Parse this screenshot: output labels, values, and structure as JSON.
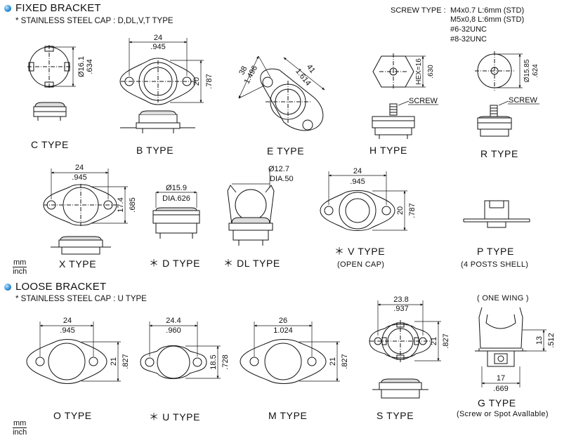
{
  "fixed": {
    "title": "FIXED BRACKET",
    "note": "* STAINLESS STEEL CAP : D,DL,V,T TYPE"
  },
  "screw_type": {
    "title": "SCREW TYPE :",
    "lines": [
      "M4x0.7  L:6mm (STD)",
      "M5x0,8  L:6mm (STD)",
      "#6-32UNC",
      "#8-32UNC"
    ]
  },
  "loose": {
    "title": "LOOSE BRACKET",
    "note": "* STAINLESS STEEL CAP : U TYPE"
  },
  "units": {
    "top": "mm",
    "bottom": "inch"
  },
  "types": {
    "c": "C  TYPE",
    "b": "B  TYPE",
    "e": "E  TYPE",
    "h": "H  TYPE",
    "r": "R  TYPE",
    "x": "X  TYPE",
    "d": "＊ D  TYPE",
    "dl": "＊ DL  TYPE",
    "v": "＊ V  TYPE",
    "v_sub": "(OPEN  CAP)",
    "p": "P  TYPE",
    "p_sub": "(4  POSTS  SHELL)",
    "o": "O  TYPE",
    "u": "＊ U  TYPE",
    "m": "M  TYPE",
    "s": "S  TYPE",
    "g": "G  TYPE",
    "g_sub": "(Screw or Spot Avallable)",
    "g_top": "( ONE WING )"
  },
  "dims": {
    "c_d1": "Ø16.1",
    "c_d2": ".634",
    "b_w1": "24",
    "b_w2": ".945",
    "b_h1": "20",
    "b_h2": ".787",
    "e_a1": "38",
    "e_a2": "1.496",
    "e_b1": "41",
    "e_b2": "1.614",
    "h_1": "HEX=16",
    "h_2": ".630",
    "screw": "SCREW",
    "r_1": "Ø15.85",
    "r_2": ".624",
    "x_w1": "24",
    "x_w2": ".945",
    "x_h1": "17.4",
    "x_h2": ".685",
    "d_1": "Ø15.9",
    "d_2": "DIA.626",
    "dl_1": "Ø12.7",
    "dl_2": "DIA.50",
    "v_w1": "24",
    "v_w2": ".945",
    "v_h1": "20",
    "v_h2": ".787",
    "o_w1": "24",
    "o_w2": ".945",
    "o_h1": "21",
    "o_h2": ".827",
    "u_w1": "24.4",
    "u_w2": ".960",
    "u_h1": "18.5",
    "u_h2": ".728",
    "m_w1": "26",
    "m_w2": "1.024",
    "m_h1": "21",
    "m_h2": ".827",
    "s_w1": "23.8",
    "s_w2": ".937",
    "s_h1": "21",
    "s_h2": ".827",
    "g_h1": "13",
    "g_h2": ".512",
    "g_w1": "17",
    "g_w2": ".669"
  }
}
